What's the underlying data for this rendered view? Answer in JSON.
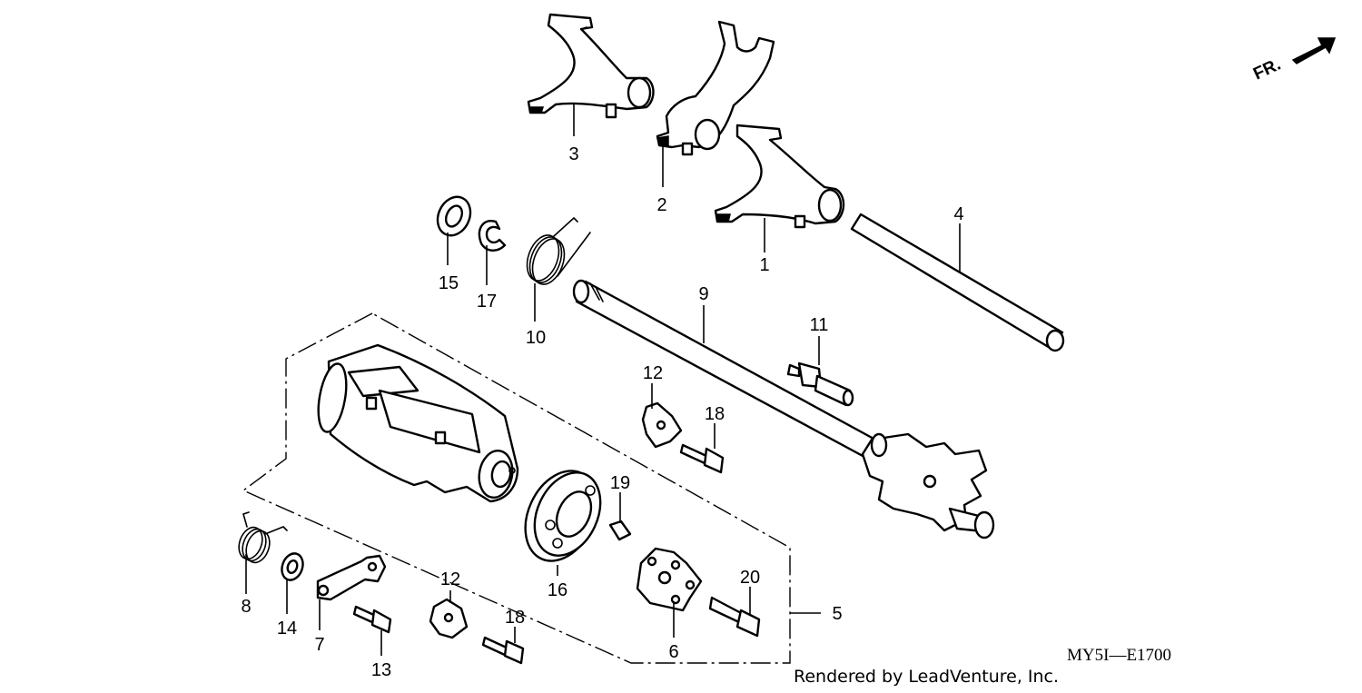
{
  "diagram": {
    "parts": [
      {
        "key": "1",
        "label": "1"
      },
      {
        "key": "2",
        "label": "2"
      },
      {
        "key": "3",
        "label": "3"
      },
      {
        "key": "4",
        "label": "4"
      },
      {
        "key": "5",
        "label": "5"
      },
      {
        "key": "6",
        "label": "6"
      },
      {
        "key": "7",
        "label": "7"
      },
      {
        "key": "8",
        "label": "8"
      },
      {
        "key": "9",
        "label": "9"
      },
      {
        "key": "10",
        "label": "10"
      },
      {
        "key": "11",
        "label": "11"
      },
      {
        "key": "12a",
        "label": "12"
      },
      {
        "key": "12b",
        "label": "12"
      },
      {
        "key": "13",
        "label": "13"
      },
      {
        "key": "14",
        "label": "14"
      },
      {
        "key": "15",
        "label": "15"
      },
      {
        "key": "16",
        "label": "16"
      },
      {
        "key": "17",
        "label": "17"
      },
      {
        "key": "18a",
        "label": "18"
      },
      {
        "key": "18b",
        "label": "18"
      },
      {
        "key": "19",
        "label": "19"
      },
      {
        "key": "20",
        "label": "20"
      }
    ],
    "front_indicator": "FR.",
    "diagram_code": "MY5I—E1700",
    "credit": "Rendered by LeadVenture, Inc."
  }
}
